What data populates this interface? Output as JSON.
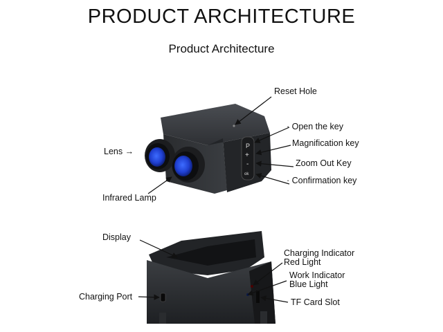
{
  "title": "PRODUCT ARCHITECTURE",
  "subtitle": "Product Architecture",
  "buttons": {
    "p": "P",
    "plus": "+",
    "minus": "-",
    "ok": "ok"
  },
  "labels": {
    "reset_hole": "Reset Hole",
    "open_key": "· Open the key",
    "magnification_key": "Magnification key",
    "zoom_out_key": "Zoom Out Key",
    "confirmation_key": "· Confirmation key",
    "lens": "Lens →",
    "infrared_lamp": "Infrared Lamp",
    "display": "Display",
    "charging_indicator_1": "Charging Indicator",
    "charging_indicator_2": "Red Light",
    "work_indicator_1": "Work Indicator",
    "work_indicator_2": "Blue Light",
    "tf_card_slot": "TF Card Slot",
    "charging_port": "Charging Port"
  },
  "colors": {
    "body": "#2b2d30",
    "lens_blue": "#1f3fd0",
    "arrow": "#111111"
  }
}
